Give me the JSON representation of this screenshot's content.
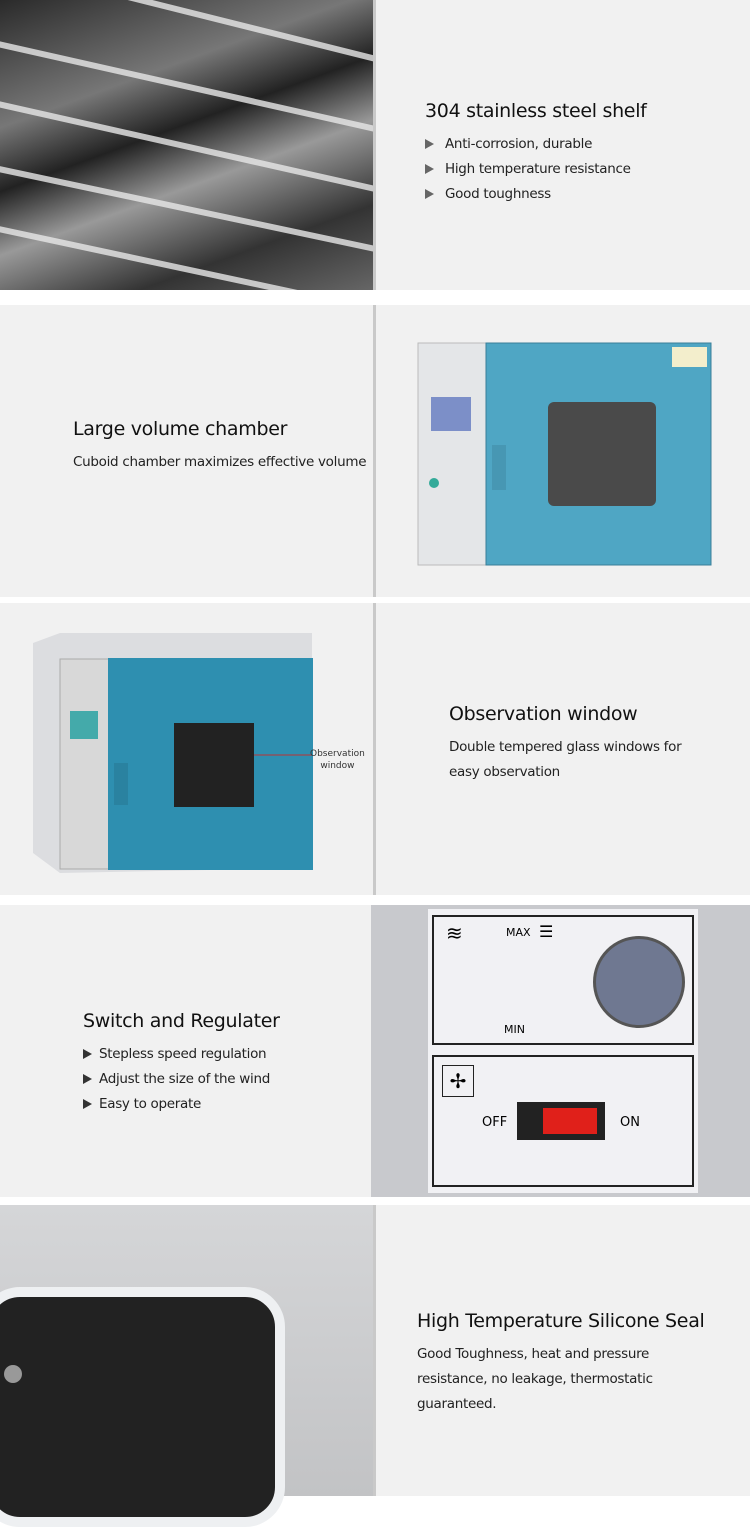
{
  "sections": [
    {
      "title": "304 stainless steel shelf",
      "bullets": [
        "Anti-corrosion, durable",
        "High temperature resistance",
        "Good toughness"
      ]
    },
    {
      "title": "Large volume chamber",
      "text": "Cuboid chamber maximizes effective volume"
    },
    {
      "title": "Observation window",
      "text_lines": [
        "Double tempered glass windows for",
        "easy observation"
      ],
      "callout": [
        "Observation",
        "window"
      ]
    },
    {
      "title": "Switch and Regulater",
      "bullets": [
        "Stepless speed regulation",
        "Adjust the size of the wind",
        "Easy to operate"
      ],
      "panel": {
        "max": "MAX",
        "min": "MIN",
        "off": "OFF",
        "on": "ON"
      }
    },
    {
      "title": "High Temperature Silicone Seal",
      "text_lines": [
        "Good Toughness, heat and pressure",
        "resistance, no leakage, thermostatic",
        "guaranteed."
      ]
    }
  ],
  "colors": {
    "background": "#f1f1f1",
    "oven_door": "#4fa6c4",
    "switch": "#e0201a",
    "knob": "#6f7891"
  }
}
